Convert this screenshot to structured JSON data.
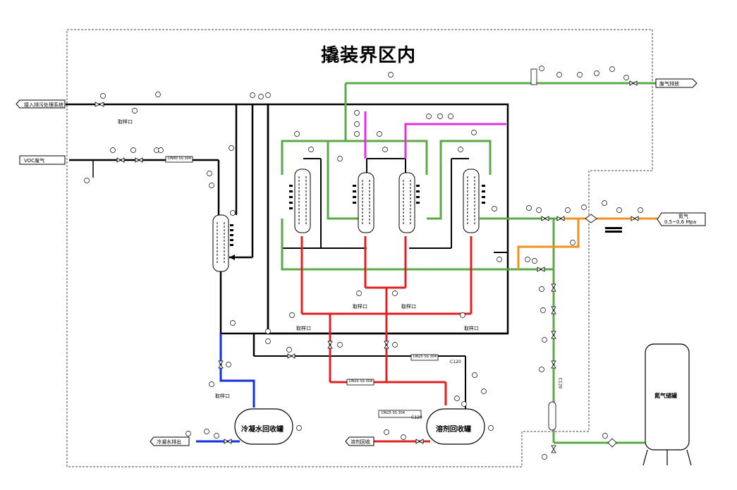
{
  "title": "撬装界区内",
  "connectors": {
    "left_top": "接入排污处理系统",
    "left_mid": "VOC废气",
    "right_top": "废气排放",
    "right_n2": "氮气",
    "right_n2_pressure": "0.5~0.6 Mpa",
    "bottom_left": "冷凝水排出",
    "bottom_mid": "溶剂回收"
  },
  "sample_ports": [
    "取样口",
    "取样口",
    "取样口",
    "取样口",
    "取样口",
    "取样口"
  ],
  "pipe_specs": {
    "voc_line": "DN80 SS 304",
    "return_line": "DN25 SS 304",
    "solvent_line": "DN25 SS 304",
    "solvent_line2": "DN25 SS 304",
    "c120_a": "C120",
    "c120_b": "C120",
    "c120_v": "C120"
  },
  "tanks": {
    "condensate": "冷凝水回收罐",
    "solvent": "溶剂回收罐",
    "n2_buffer": "氮气储罐"
  },
  "colors": {
    "black_line": "#000000",
    "green_line": "#5aaa46",
    "red_line": "#e02020",
    "blue_line": "#1030e0",
    "orange_line": "#f0901e",
    "magenta_line": "#e030e0"
  }
}
